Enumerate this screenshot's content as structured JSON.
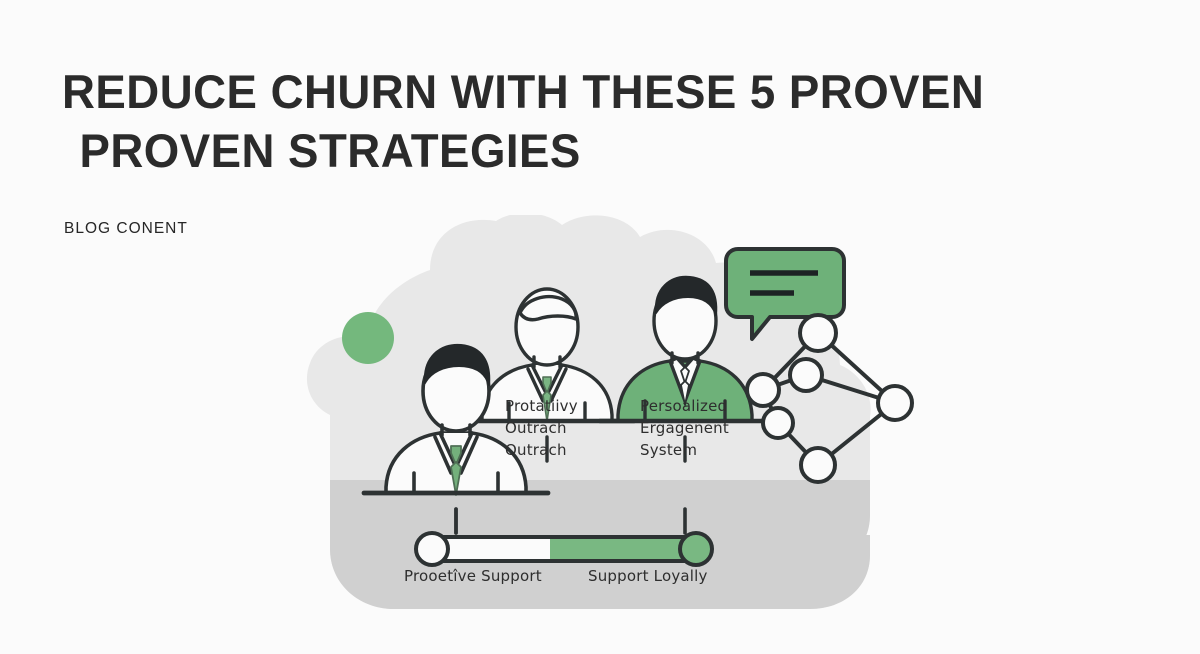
{
  "header": {
    "title_line1": "REDUCE CHURN WITH THESE  5 PROVEN",
    "title_line2": "PROVEN STRATEGIES",
    "eyebrow": "BLOG CONENT"
  },
  "illustration": {
    "labels": {
      "outreach": [
        "Protatiivy",
        "Outrach",
        "Outrach"
      ],
      "engagement": [
        "Persoalized",
        "Ergagenent",
        "System"
      ],
      "proactive_support": "Prooetîve Support",
      "support_loyalty": "Support Loyally"
    },
    "slider": {
      "fill_percent": 55
    },
    "figures": [
      {
        "name": "figure-left",
        "outfit": "white-jacket",
        "tie": "green",
        "hair": "dark"
      },
      {
        "name": "figure-center",
        "outfit": "white-jacket",
        "tie": "green",
        "hair": "light"
      },
      {
        "name": "figure-right",
        "outfit": "green-sweater",
        "tie": "white",
        "hair": "dark"
      }
    ],
    "network_nodes": 6,
    "speech_bubble_lines": 2
  },
  "colors": {
    "page_background": "#fbfbfb",
    "title_text": "#2b2b2b",
    "accent_green": "#74b87d",
    "green_dark": "#5fa86b",
    "cloud_light": "#e8e8e8",
    "cloud_dark": "#d0d0d0",
    "outline": "#2d3233"
  }
}
